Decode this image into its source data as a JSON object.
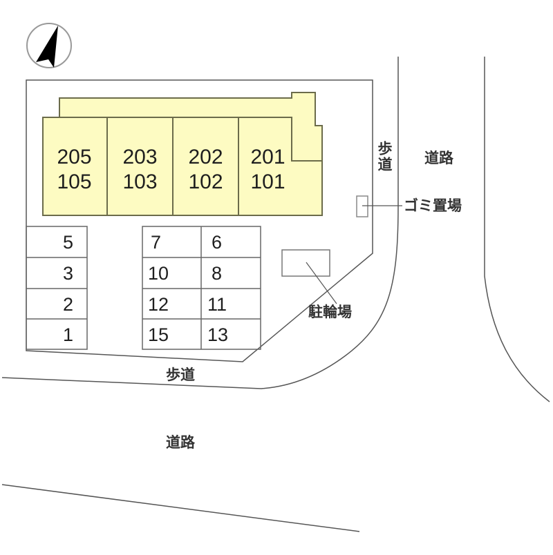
{
  "map": {
    "type": "site-plan",
    "colors": {
      "building_fill": "#fdfbc2",
      "building_stroke": "#6b6b4a",
      "line": "#555555",
      "background": "#ffffff"
    },
    "compass": {
      "icon": "north-arrow-icon",
      "direction": "north-north-east"
    },
    "building": {
      "units": [
        {
          "upper": "205",
          "lower": "105"
        },
        {
          "upper": "203",
          "lower": "103"
        },
        {
          "upper": "202",
          "lower": "102"
        },
        {
          "upper": "201",
          "lower": "101"
        }
      ]
    },
    "parking": {
      "left_column": [
        "5",
        "3",
        "2",
        "1"
      ],
      "middle_left_column": [
        "7",
        "10",
        "12",
        "15"
      ],
      "middle_right_column": [
        "6",
        "8",
        "11",
        "13"
      ]
    },
    "labels": {
      "sidewalk_east": "歩道",
      "road_east": "道路",
      "garbage_area": "ゴミ置場",
      "bicycle_parking": "駐輪場",
      "sidewalk_south": "歩道",
      "road_south": "道路"
    }
  }
}
